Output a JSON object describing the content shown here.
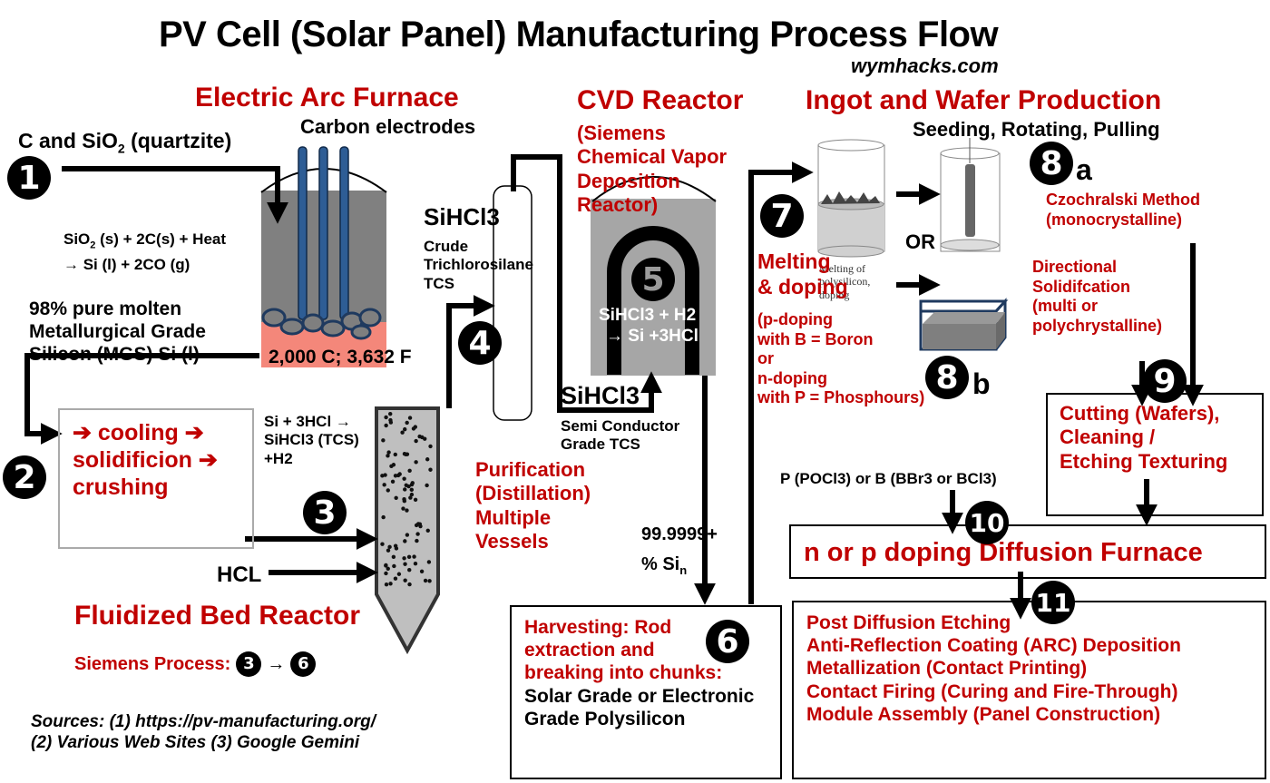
{
  "title": "PV Cell (Solar Panel) Manufacturing Process Flow",
  "site": "wymhacks.com",
  "colors": {
    "accent": "#c00000",
    "text": "#000000",
    "furnace_gray": "#808080",
    "molten": "#f4877a",
    "electrode": "#2e5d95",
    "reactor_gray": "#a6a6a6"
  },
  "arc_furnace": {
    "heading": "Electric Arc Furnace",
    "electrodes_label": "Carbon electrodes",
    "input_label": "C and SiO",
    "input_sub": "2",
    "input_suffix": " (quartzite)",
    "reaction_line1": "SiO",
    "reaction_line1_sub": "2",
    "reaction_line1_rest": " (s) + 2C(s)  + Heat",
    "reaction_line2": "→  Si (l) + 2CO (g)",
    "output_lines": [
      "98% pure molten",
      "Metallurgical Grade",
      "Silicon (MGS) Si (l)"
    ],
    "temperature": "2,000 C; 3,632 F"
  },
  "step2": {
    "lines": [
      "➔ cooling ➔",
      "solidificion ➔",
      "crushing"
    ]
  },
  "fluidized_bed": {
    "reaction": [
      "Si + 3HCl  →",
      "SiHCl3 (TCS)",
      "+H2"
    ],
    "hcl_label": "HCL",
    "heading": "Fluidized Bed Reactor",
    "siemens_label": "Siemens Process:",
    "siemens_from": "3",
    "siemens_arrow": "→",
    "siemens_to": "6"
  },
  "distillation": {
    "tcs_heading": "SiHCl3",
    "tcs_desc": [
      "Crude",
      "Trichlorosilane",
      "TCS"
    ],
    "purification": [
      "Purification",
      "(Distillation)",
      "Multiple",
      "Vessels"
    ],
    "out_heading": "SiHCl3",
    "out_desc": [
      "Semi Conductor",
      "Grade TCS"
    ]
  },
  "cvd": {
    "heading": "CVD Reactor",
    "sub": [
      "(Siemens",
      "Chemical Vapor",
      "Deposition",
      "Reactor)"
    ],
    "reaction": [
      "SiHCl3 + H2",
      "→ Si +3HCl"
    ],
    "purity": "99.9999+",
    "purity2": "% Si",
    "purity2_sub": "n"
  },
  "harvest": {
    "lines_red": [
      "Harvesting: Rod",
      "extraction and",
      "breaking into chunks:"
    ],
    "lines_black": [
      "Solar Grade or Electronic",
      "Grade Polysilicon"
    ]
  },
  "ingot": {
    "heading": "Ingot and Wafer Production",
    "seeding": "Seeding, Rotating, Pulling",
    "melting": [
      "Melting",
      "& doping"
    ],
    "doping": [
      "(p-doping",
      "with B = Boron",
      "or",
      "n-doping",
      "with P = Phosphours)"
    ],
    "crucible_caption": [
      "Melting of",
      "polysilicon,",
      "doping"
    ],
    "or_label": "OR",
    "czochralski": [
      "Czochralski Method",
      "(monocrystalline)"
    ],
    "directional": [
      "Directional",
      "Solidifcation",
      "(multi or",
      "polychrystalline)"
    ],
    "step8a_letter": "a",
    "step8b_letter": "b"
  },
  "cutting": {
    "lines": [
      "Cutting (Wafers),",
      "Cleaning /",
      "Etching Texturing"
    ]
  },
  "dopant_source": "P (POCl3) or B (BBr3 or BCl3)",
  "diffusion": {
    "label": "n or p doping Diffusion Furnace"
  },
  "final": {
    "lines": [
      "Post Diffusion Etching",
      "Anti-Reflection Coating (ARC) Deposition",
      "Metallization (Contact Printing)",
      "Contact Firing (Curing and Fire-Through)",
      "Module Assembly (Panel Construction)"
    ]
  },
  "sources": [
    "Sources:  (1) https://pv-manufacturing.org/",
    "(2) Various Web Sites (3) Google Gemini"
  ],
  "steps": [
    "1",
    "2",
    "3",
    "4",
    "5",
    "6",
    "7",
    "8",
    "8",
    "9",
    "10",
    "11"
  ]
}
